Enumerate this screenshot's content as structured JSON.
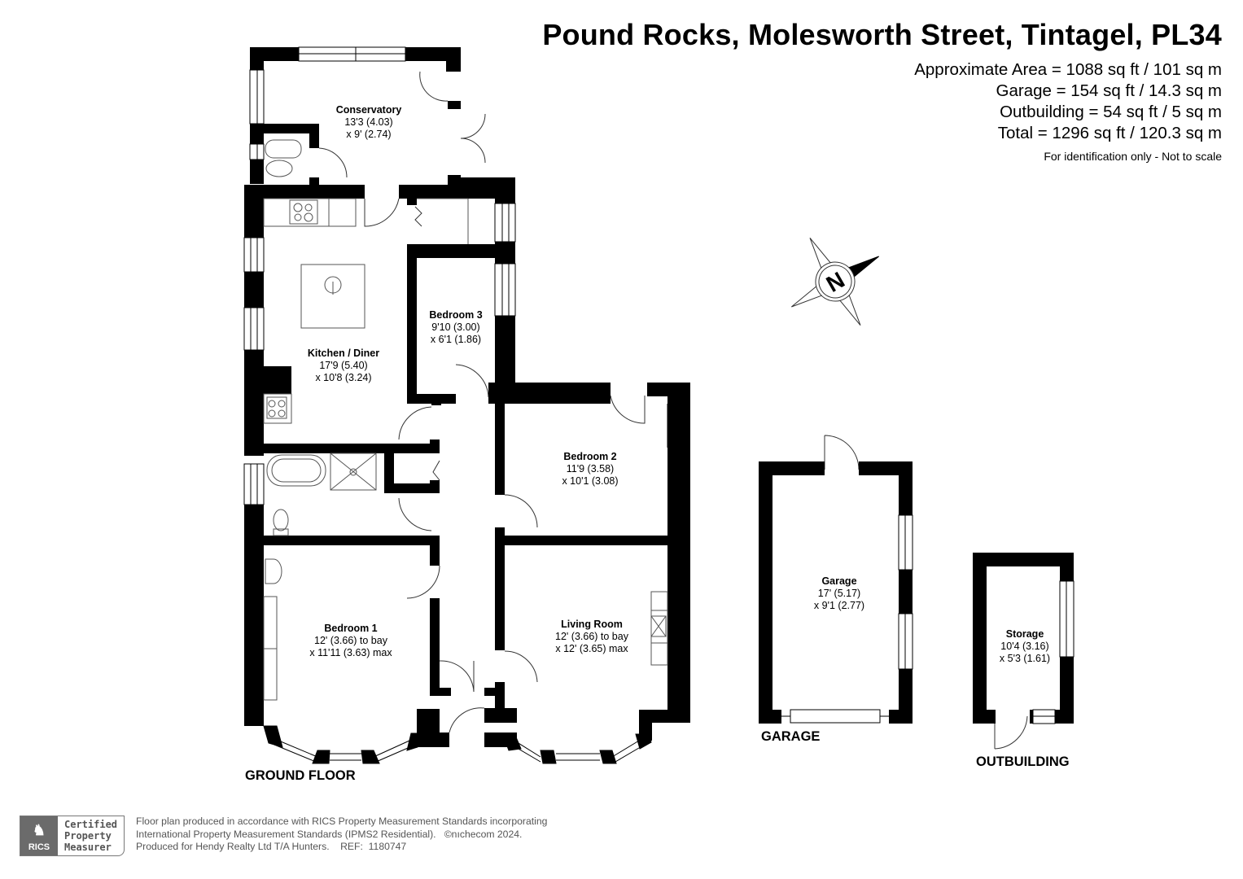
{
  "header": {
    "title": "Pound Rocks, Molesworth Street, Tintagel, PL34",
    "areas": [
      "Approximate Area = 1088 sq ft / 101 sq m",
      "Garage = 154 sq ft / 14.3 sq m",
      "Outbuilding = 54 sq ft / 5 sq m",
      "Total = 1296 sq ft / 120.3 sq m"
    ],
    "note": "For identification only - Not to scale"
  },
  "rooms": [
    {
      "name": "Conservatory",
      "dim1": "13'3 (4.03)",
      "dim2": "x 9' (2.74)"
    },
    {
      "name": "Kitchen / Diner",
      "dim1": "17'9 (5.40)",
      "dim2": "x 10'8 (3.24)"
    },
    {
      "name": "Bedroom 3",
      "dim1": "9'10 (3.00)",
      "dim2": "x 6'1 (1.86)"
    },
    {
      "name": "Bedroom 2",
      "dim1": "11'9 (3.58)",
      "dim2": "x 10'1 (3.08)"
    },
    {
      "name": "Bedroom 1",
      "dim1": "12' (3.66) to bay",
      "dim2": "x 11'11 (3.63) max"
    },
    {
      "name": "Living Room",
      "dim1": "12' (3.66) to bay",
      "dim2": "x 12' (3.65) max"
    },
    {
      "name": "Garage",
      "dim1": "17' (5.17)",
      "dim2": "x 9'1 (2.77)"
    },
    {
      "name": "Storage",
      "dim1": "10'4 (3.16)",
      "dim2": "x 5'3 (1.61)"
    }
  ],
  "sections": {
    "ground_floor": "GROUND FLOOR",
    "garage": "GARAGE",
    "outbuilding": "OUTBUILDING"
  },
  "compass": {
    "icon": "north-compass-icon",
    "label": "N"
  },
  "footer": {
    "badge": {
      "logo_icon": "rics-lion-icon",
      "logo_text": "RICS",
      "lines": [
        "Certified",
        "Property",
        "Measurer"
      ]
    },
    "lines": [
      "Floor plan produced in accordance with RICS Property Measurement Standards incorporating",
      "International Property Measurement Standards (IPMS2 Residential).   ©nıchecom 2024.",
      "Produced for Hendy Realty Ltd T/A Hunters.    REF:  1180747"
    ]
  },
  "colors": {
    "wall": "#000000",
    "fixture_line": "#555555",
    "text_muted": "#555555",
    "badge_gray": "#6b6b6b"
  }
}
